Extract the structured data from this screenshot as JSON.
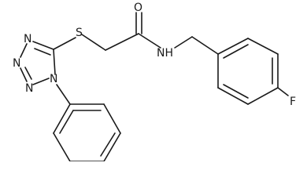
{
  "molecule": {
    "atoms": {
      "O": "O",
      "S": "S",
      "NH": "NH",
      "F": "F",
      "N1": "N",
      "N2": "N",
      "N3": "N",
      "N4": "N"
    }
  }
}
